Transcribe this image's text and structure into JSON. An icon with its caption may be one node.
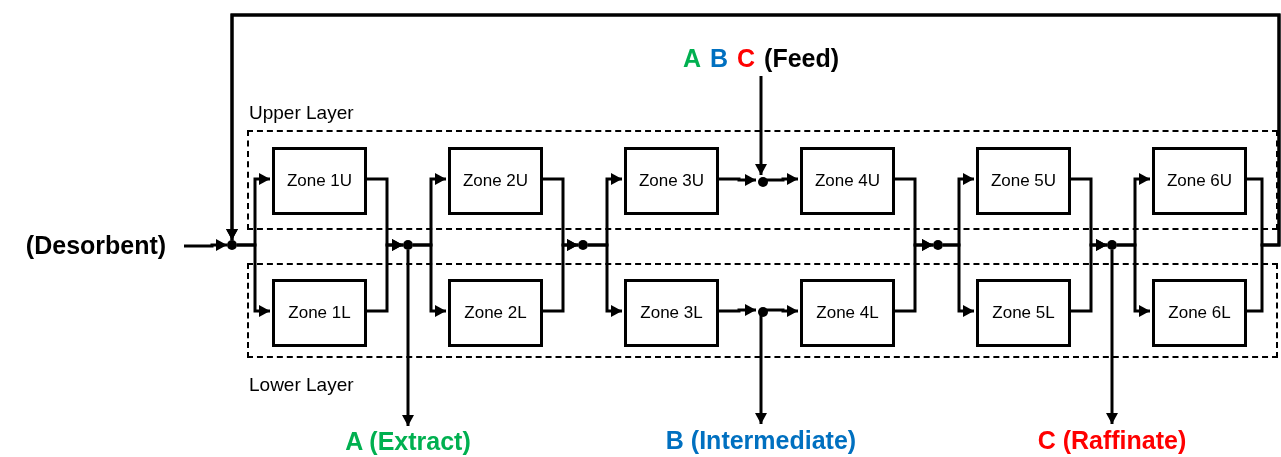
{
  "diagram": {
    "nodes": [
      {
        "text": [
          "Upper Layer"
        ]
      },
      {
        "text": [
          "Lower Layer"
        ]
      },
      {
        "text": [
          "Zone 1U"
        ],
        "in": 0
      },
      {
        "text": [
          "Zone 1L"
        ],
        "in": 1
      },
      {
        "text": [
          "Zone 2U"
        ],
        "in": 0
      },
      {
        "text": [
          "Zone 2L"
        ],
        "in": 1
      },
      {
        "text": [
          "Zone 3U"
        ],
        "in": 0
      },
      {
        "text": [
          "Zone 3L"
        ],
        "in": 1
      },
      {
        "text": [
          "Zone 4U"
        ],
        "in": 0
      },
      {
        "text": [
          "Zone 4L"
        ],
        "in": 1
      },
      {
        "text": [
          "Zone 5U"
        ],
        "in": 0
      },
      {
        "text": [
          "Zone 5L"
        ],
        "in": 1
      },
      {
        "text": [
          "Zone 6U"
        ],
        "in": 0
      },
      {
        "text": [
          "Zone 6L"
        ],
        "in": 1
      },
      {
        "text": [
          "(Desorbent)"
        ]
      },
      {
        "text": [
          "A",
          "B",
          "C",
          "(Feed)"
        ]
      },
      {
        "text": [
          "A (Extract)"
        ]
      },
      {
        "text": [
          "B (Intermediate)"
        ]
      },
      {
        "text": [
          "C (Raffinate)"
        ]
      },
      {
        "text": [],
        "shape": "circle"
      },
      {
        "text": [],
        "shape": "circle"
      },
      {
        "text": [],
        "shape": "circle"
      },
      {
        "text": [],
        "shape": "circle",
        "in": 0
      },
      {
        "text": [],
        "shape": "circle",
        "in": 1
      },
      {
        "text": [],
        "shape": "circle"
      },
      {
        "text": [],
        "shape": "circle"
      }
    ],
    "edges": [
      {
        "from": 14,
        "to": 19,
        "arrow": "to"
      },
      {
        "from": 19,
        "to": 2,
        "arrow": "to"
      },
      {
        "from": 19,
        "to": 3,
        "arrow": "to"
      },
      {
        "from": 2,
        "to": 20,
        "arrow": "to"
      },
      {
        "from": 3,
        "to": 20,
        "arrow": "to"
      },
      {
        "from": 20,
        "to": 4,
        "arrow": "to"
      },
      {
        "from": 20,
        "to": 5,
        "arrow": "to"
      },
      {
        "from": 20,
        "to": 16,
        "arrow": "to"
      },
      {
        "from": 4,
        "to": 21,
        "arrow": "to"
      },
      {
        "from": 5,
        "to": 21,
        "arrow": "to"
      },
      {
        "from": 21,
        "to": 6,
        "arrow": "to"
      },
      {
        "from": 21,
        "to": 7,
        "arrow": "to"
      },
      {
        "from": 6,
        "to": 22,
        "arrow": "to"
      },
      {
        "from": 15,
        "to": 22,
        "arrow": "to"
      },
      {
        "from": 22,
        "to": 8,
        "arrow": "to"
      },
      {
        "from": 7,
        "to": 23,
        "arrow": "to"
      },
      {
        "from": 23,
        "to": 9,
        "arrow": "to"
      },
      {
        "from": 23,
        "to": 17,
        "arrow": "to"
      },
      {
        "from": 8,
        "to": 24,
        "arrow": "to"
      },
      {
        "from": 9,
        "to": 24,
        "arrow": "to"
      },
      {
        "from": 24,
        "to": 10,
        "arrow": "to"
      },
      {
        "from": 24,
        "to": 11,
        "arrow": "to"
      },
      {
        "from": 10,
        "to": 25,
        "arrow": "to"
      },
      {
        "from": 11,
        "to": 25,
        "arrow": "to"
      },
      {
        "from": 25,
        "to": 12,
        "arrow": "to"
      },
      {
        "from": 25,
        "to": 13,
        "arrow": "to"
      },
      {
        "from": 25,
        "to": 18,
        "arrow": "to"
      },
      {
        "from": 12,
        "to": 19,
        "arrow": "to"
      },
      {
        "from": 13,
        "to": 19,
        "arrow": "to"
      }
    ]
  }
}
